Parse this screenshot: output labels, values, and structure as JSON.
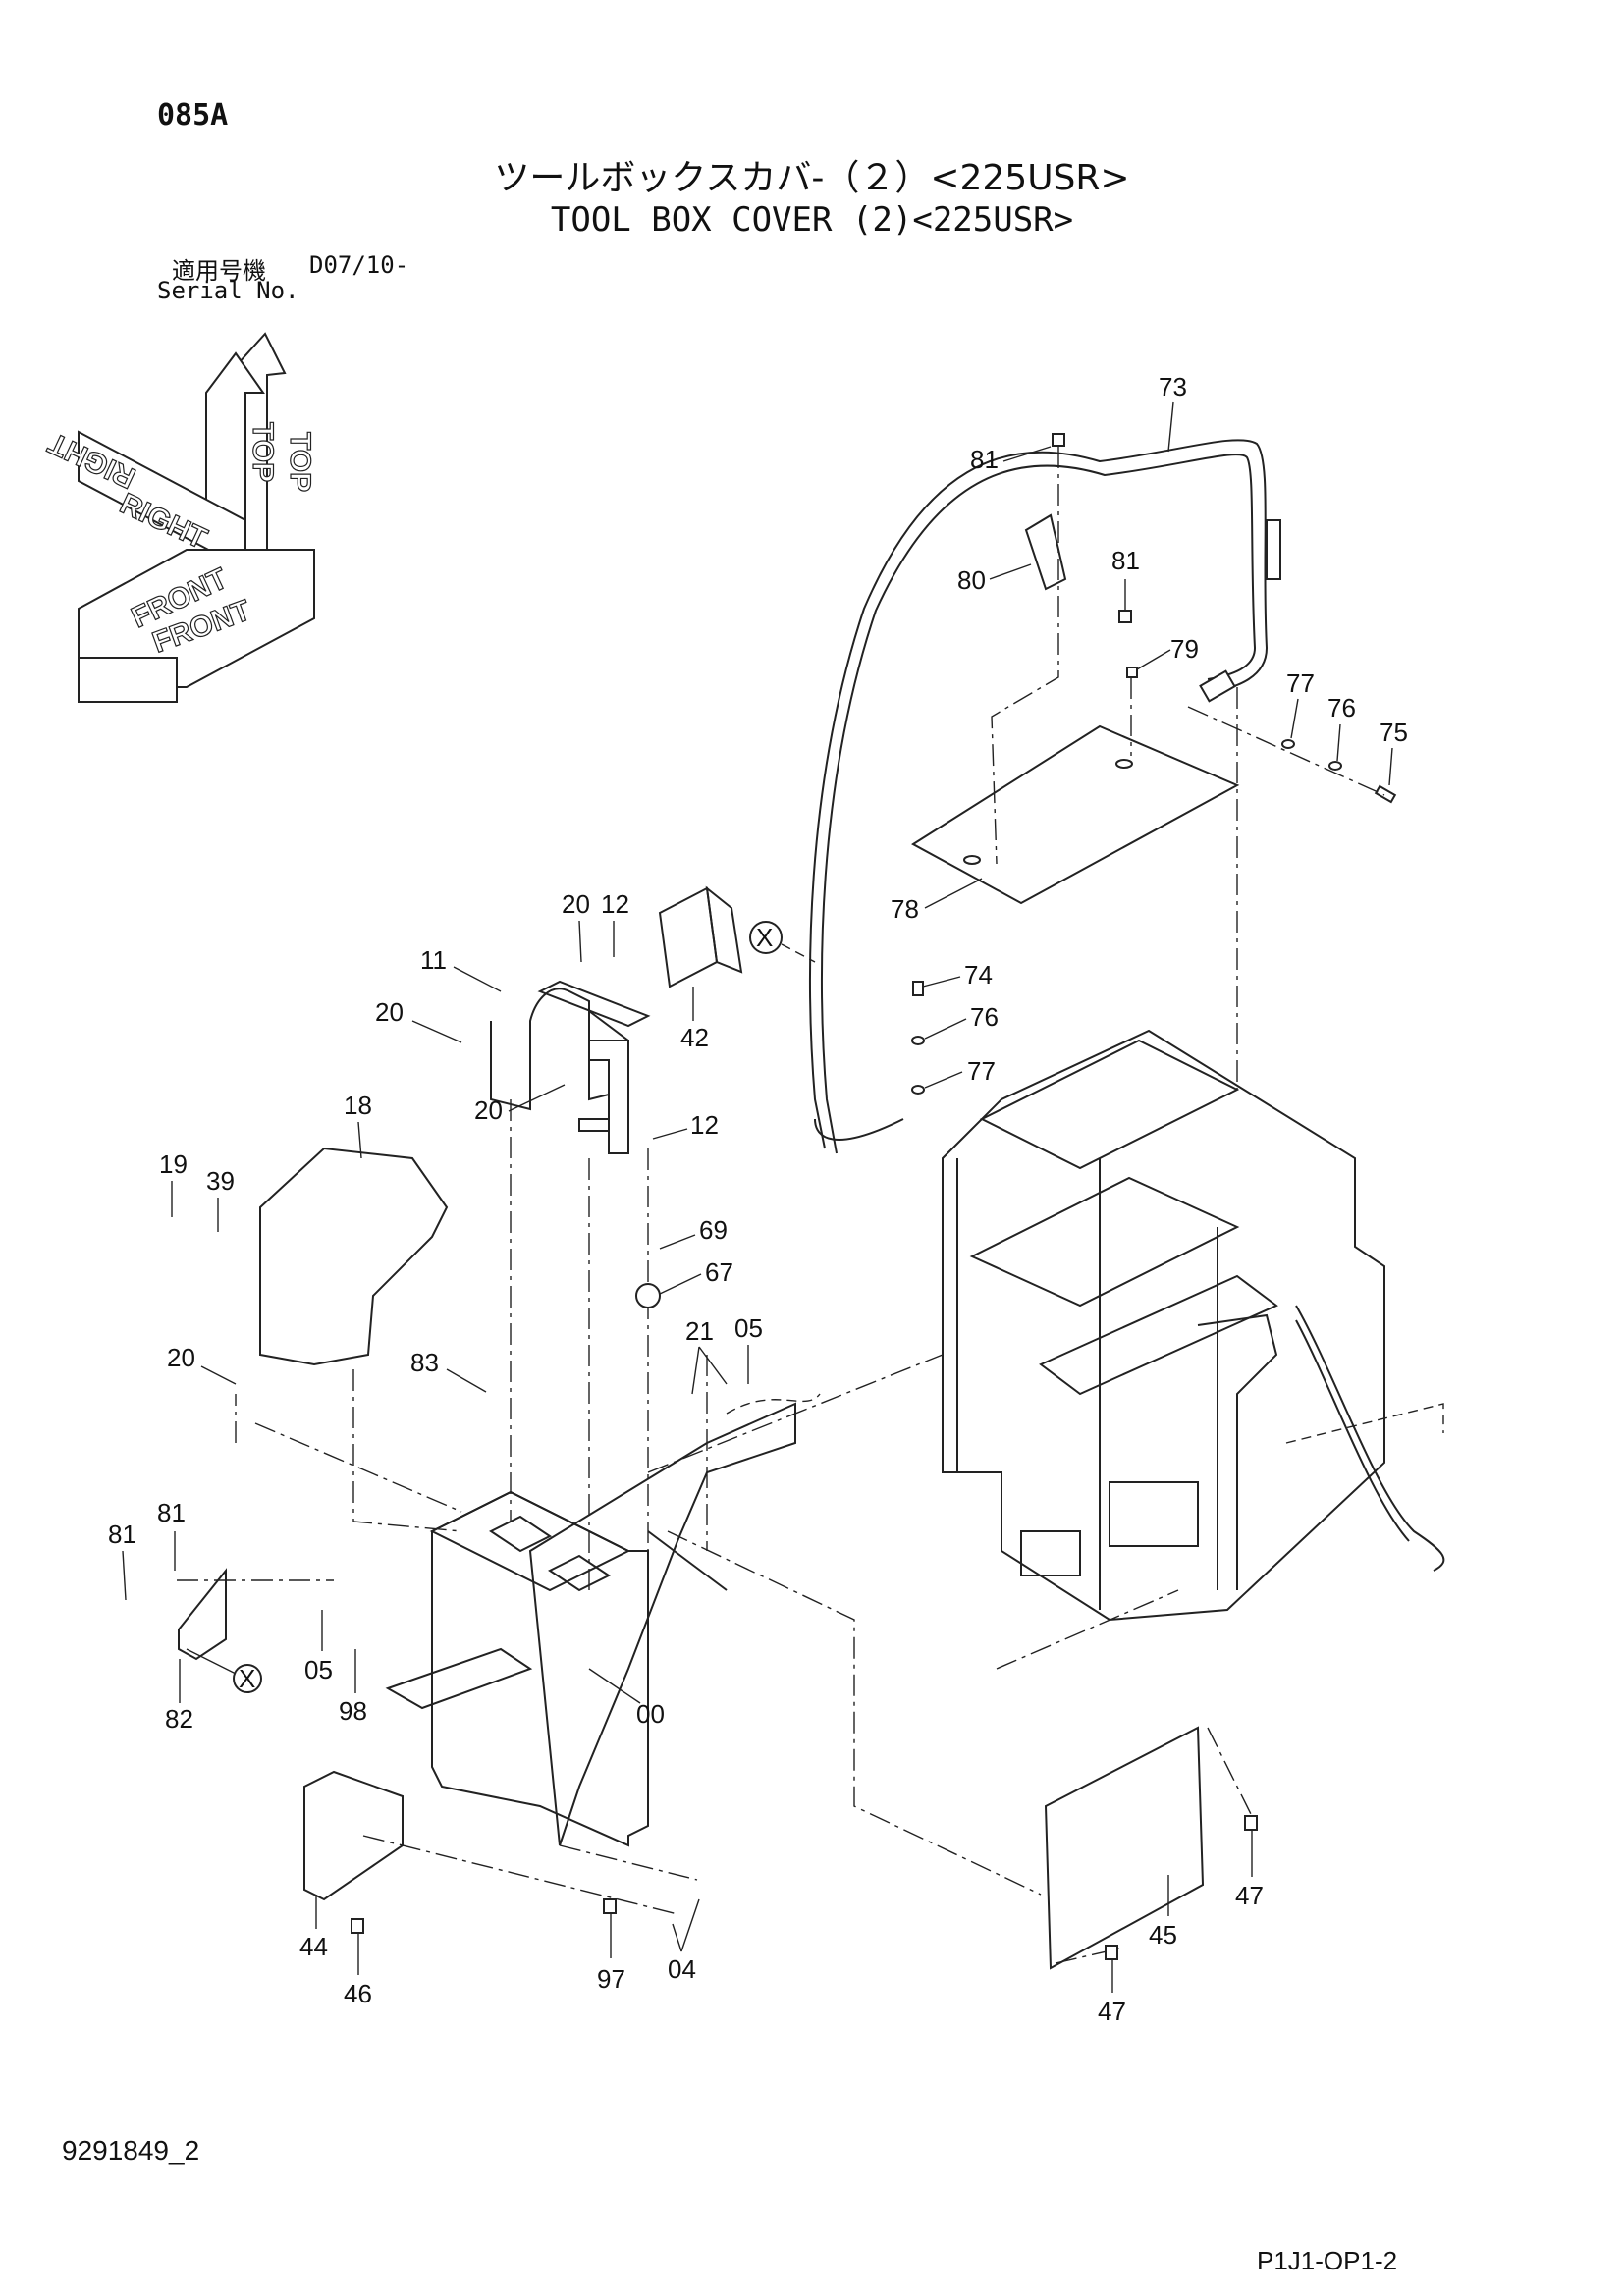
{
  "header": {
    "page_code": "085A",
    "title_jp": "ツールボックスカバ-（２）<225USR>",
    "title_en": "TOOL BOX COVER (2)<225USR>",
    "serial_label_jp": "適用号機",
    "serial_value": "D07/10-",
    "serial_label_en": "Serial No."
  },
  "orientation": {
    "top_1": "TOP",
    "top_2": "TOP",
    "right": "RIGHT",
    "right_mirror": "RIGHT",
    "front_1": "FRONT",
    "front_2": "FRONT"
  },
  "callouts": {
    "c73": "73",
    "c81a": "81",
    "c81b": "81",
    "c80": "80",
    "c79": "79",
    "c77a": "77",
    "c76a": "76",
    "c75": "75",
    "c78": "78",
    "c74": "74",
    "c76b": "76",
    "c77b": "77",
    "c20a": "20",
    "c12a": "12",
    "c11": "11",
    "c20b": "20",
    "c42": "42",
    "c20c": "20",
    "c12b": "12",
    "c18": "18",
    "c19": "19",
    "c39": "39",
    "c69": "69",
    "c67": "67",
    "c21": "21",
    "c05a": "05",
    "c20d": "20",
    "c83": "83",
    "c81c": "81",
    "c81d": "81",
    "c82": "82",
    "c05b": "05",
    "c98": "98",
    "c00": "00",
    "c44": "44",
    "c46": "46",
    "c97": "97",
    "c04": "04",
    "c45": "45",
    "c47a": "47",
    "c47b": "47",
    "x1": "X",
    "x2": "X"
  },
  "footer": {
    "drawing_number": "9291849_2",
    "page_ref": "P1J1-OP1-2"
  }
}
